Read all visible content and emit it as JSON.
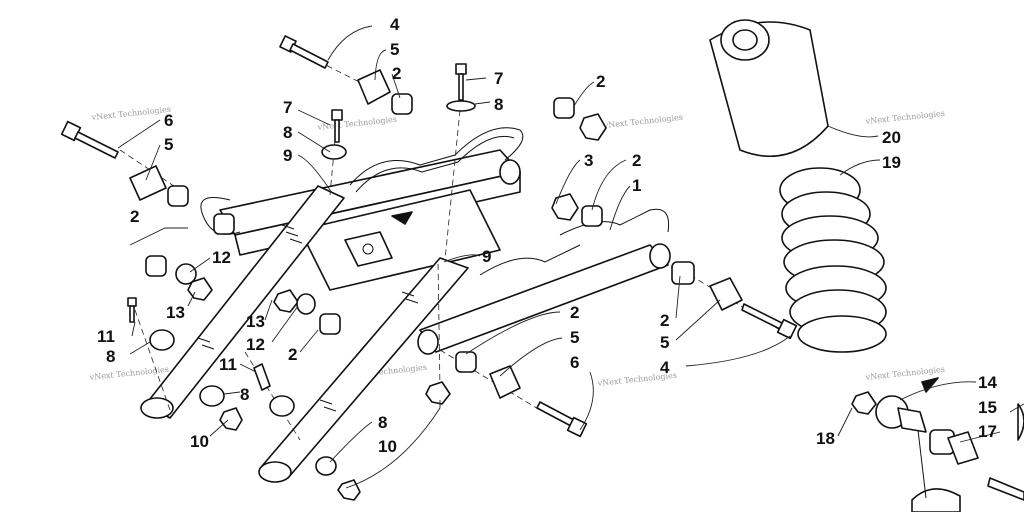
{
  "diagram": {
    "watermark_text": "vNext Technologies",
    "callouts": [
      {
        "id": "c1",
        "text": "4"
      },
      {
        "id": "c2",
        "text": "5"
      },
      {
        "id": "c3",
        "text": "2"
      },
      {
        "id": "c4",
        "text": "7"
      },
      {
        "id": "c5",
        "text": "8"
      },
      {
        "id": "c6",
        "text": "2"
      },
      {
        "id": "c7",
        "text": "6"
      },
      {
        "id": "c8",
        "text": "5"
      },
      {
        "id": "c9",
        "text": "7"
      },
      {
        "id": "c10",
        "text": "8"
      },
      {
        "id": "c11",
        "text": "9"
      },
      {
        "id": "c12",
        "text": "20"
      },
      {
        "id": "c13",
        "text": "19"
      },
      {
        "id": "c14",
        "text": "3"
      },
      {
        "id": "c15",
        "text": "2"
      },
      {
        "id": "c16",
        "text": "1"
      },
      {
        "id": "c17",
        "text": "2"
      },
      {
        "id": "c18",
        "text": "12"
      },
      {
        "id": "c19",
        "text": "13"
      },
      {
        "id": "c20",
        "text": "9"
      },
      {
        "id": "c21",
        "text": "11"
      },
      {
        "id": "c22",
        "text": "8"
      },
      {
        "id": "c23",
        "text": "13"
      },
      {
        "id": "c24",
        "text": "12"
      },
      {
        "id": "c25",
        "text": "2"
      },
      {
        "id": "c26",
        "text": "2"
      },
      {
        "id": "c27",
        "text": "5"
      },
      {
        "id": "c28",
        "text": "4"
      },
      {
        "id": "c29",
        "text": "2"
      },
      {
        "id": "c30",
        "text": "5"
      },
      {
        "id": "c31",
        "text": "6"
      },
      {
        "id": "c32",
        "text": "11"
      },
      {
        "id": "c33",
        "text": "8"
      },
      {
        "id": "c34",
        "text": "8"
      },
      {
        "id": "c35",
        "text": "10"
      },
      {
        "id": "c36",
        "text": "10"
      },
      {
        "id": "c37",
        "text": "14"
      },
      {
        "id": "c38",
        "text": "15"
      },
      {
        "id": "c39",
        "text": "17"
      },
      {
        "id": "c40",
        "text": "18"
      }
    ]
  }
}
